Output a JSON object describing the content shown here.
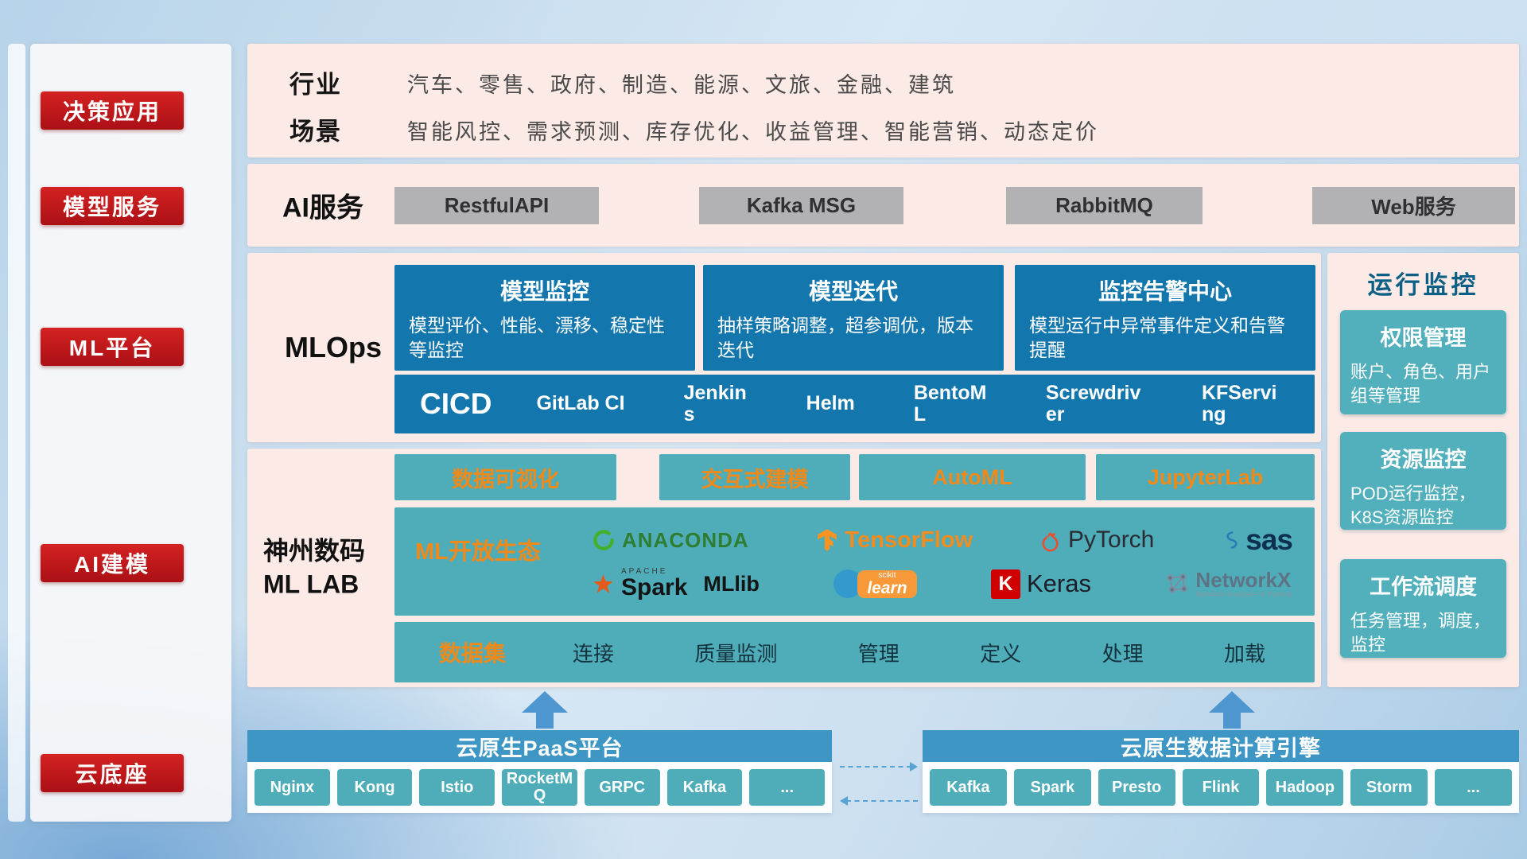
{
  "sidebar": {
    "items": [
      {
        "label": "决策应用"
      },
      {
        "label": "模型服务"
      },
      {
        "label": "ML平台"
      },
      {
        "label": "AI建模"
      },
      {
        "label": "云底座"
      }
    ]
  },
  "apps_row": {
    "industry_label": "行业",
    "industry_value": "汽车、零售、政府、制造、能源、文旅、金融、建筑",
    "scene_label": "场景",
    "scene_value": "智能风控、需求预测、库存优化、收益管理、智能营销、动态定价"
  },
  "service_row": {
    "label": "AI服务",
    "items": [
      {
        "label": "RestfulAPI"
      },
      {
        "label": "Kafka MSG"
      },
      {
        "label": "RabbitMQ"
      },
      {
        "label": "Web服务"
      }
    ]
  },
  "mlops": {
    "label": "MLOps",
    "cards": [
      {
        "title": "模型监控",
        "desc": "模型评价、性能、漂移、稳定性等监控"
      },
      {
        "title": "模型迭代",
        "desc": "抽样策略调整，超参调优，版本迭代"
      },
      {
        "title": "监控告警中心",
        "desc": "模型运行中异常事件定义和告警提醒"
      }
    ],
    "cicd": {
      "label": "CICD",
      "items": [
        {
          "label": "GitLab CI"
        },
        {
          "label": "Jenkins"
        },
        {
          "label": "Helm"
        },
        {
          "label": "BentoML"
        },
        {
          "label": "Screwdriver"
        },
        {
          "label": "KFServing"
        }
      ]
    }
  },
  "mllab": {
    "label_line1": "神州数码",
    "label_line2": "ML LAB",
    "tools": [
      {
        "label": "数据可视化"
      },
      {
        "label": "交互式建模"
      },
      {
        "label": "AutoML"
      },
      {
        "label": "JupyterLab"
      }
    ],
    "ecosystem": {
      "label": "ML开放生态",
      "logos": {
        "anaconda": "ANACONDA",
        "tensorflow": "TensorFlow",
        "pytorch": "PyTorch",
        "sas": "sas",
        "spark_apache": "APACHE",
        "spark": "Spark",
        "mllib": "MLlib",
        "scikit_top": "scikit",
        "scikit_learn": "learn",
        "keras_k": "K",
        "keras": "Keras",
        "networkx": "NetworkX",
        "networkx_caption": "Network Analysis in Python"
      }
    },
    "dataset": {
      "label": "数据集",
      "items": [
        {
          "label": "连接"
        },
        {
          "label": "质量监测"
        },
        {
          "label": "管理"
        },
        {
          "label": "定义"
        },
        {
          "label": "处理"
        },
        {
          "label": "加载"
        }
      ]
    }
  },
  "monitor": {
    "title": "运行监控",
    "cards": [
      {
        "title": "权限管理",
        "desc": "账户、角色、用户组等管理"
      },
      {
        "title": "资源监控",
        "desc": "POD运行监控，K8S资源监控"
      },
      {
        "title": "工作流调度",
        "desc": "任务管理，调度，监控"
      }
    ]
  },
  "cloud": {
    "paas": {
      "title": "云原生PaaS平台",
      "items": [
        {
          "label": "Nginx"
        },
        {
          "label": "Kong"
        },
        {
          "label": "Istio"
        },
        {
          "label": "RocketMQ"
        },
        {
          "label": "GRPC"
        },
        {
          "label": "Kafka"
        },
        {
          "label": "..."
        }
      ]
    },
    "engine": {
      "title": "云原生数据计算引擎",
      "items": [
        {
          "label": "Kafka"
        },
        {
          "label": "Spark"
        },
        {
          "label": "Presto"
        },
        {
          "label": "Flink"
        },
        {
          "label": "Hadoop"
        },
        {
          "label": "Storm"
        },
        {
          "label": "..."
        }
      ]
    }
  },
  "colors": {
    "red_button": "#c01a1d",
    "pink_panel": "#fceae6",
    "blue_card": "#1377ae",
    "teal_box": "#4fadb9",
    "gray_button": "#b2b2b4",
    "header_blue": "#3e96c4",
    "accent_orange": "#ef8a1a"
  }
}
